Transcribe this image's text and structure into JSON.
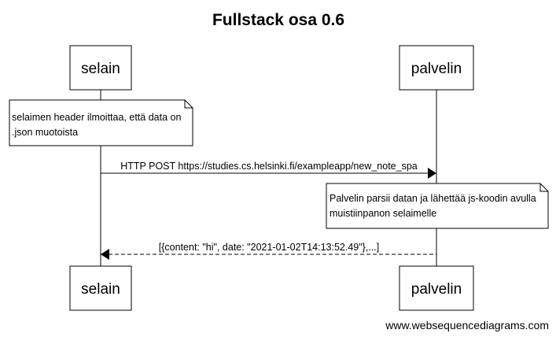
{
  "diagram": {
    "title": "Fullstack osa 0.6",
    "actors": {
      "left": "selain",
      "right": "palvelin"
    },
    "notes": {
      "left": {
        "line1": "selaimen header ilmoittaa, että data on",
        "line2": ".json muotoista"
      },
      "right": {
        "line1": "Palvelin parsii datan ja lähettää js-koodin avulla",
        "line2": "muistiinpanon selaimelle"
      }
    },
    "messages": {
      "request": "HTTP POST https://studies.cs.helsinki.fi/exampleapp/new_note_spa",
      "response": "[{content: \"hi\", date: \"2021-01-02T14:13:52.49\"},...]"
    },
    "watermark": "www.websequencediagrams.com"
  }
}
